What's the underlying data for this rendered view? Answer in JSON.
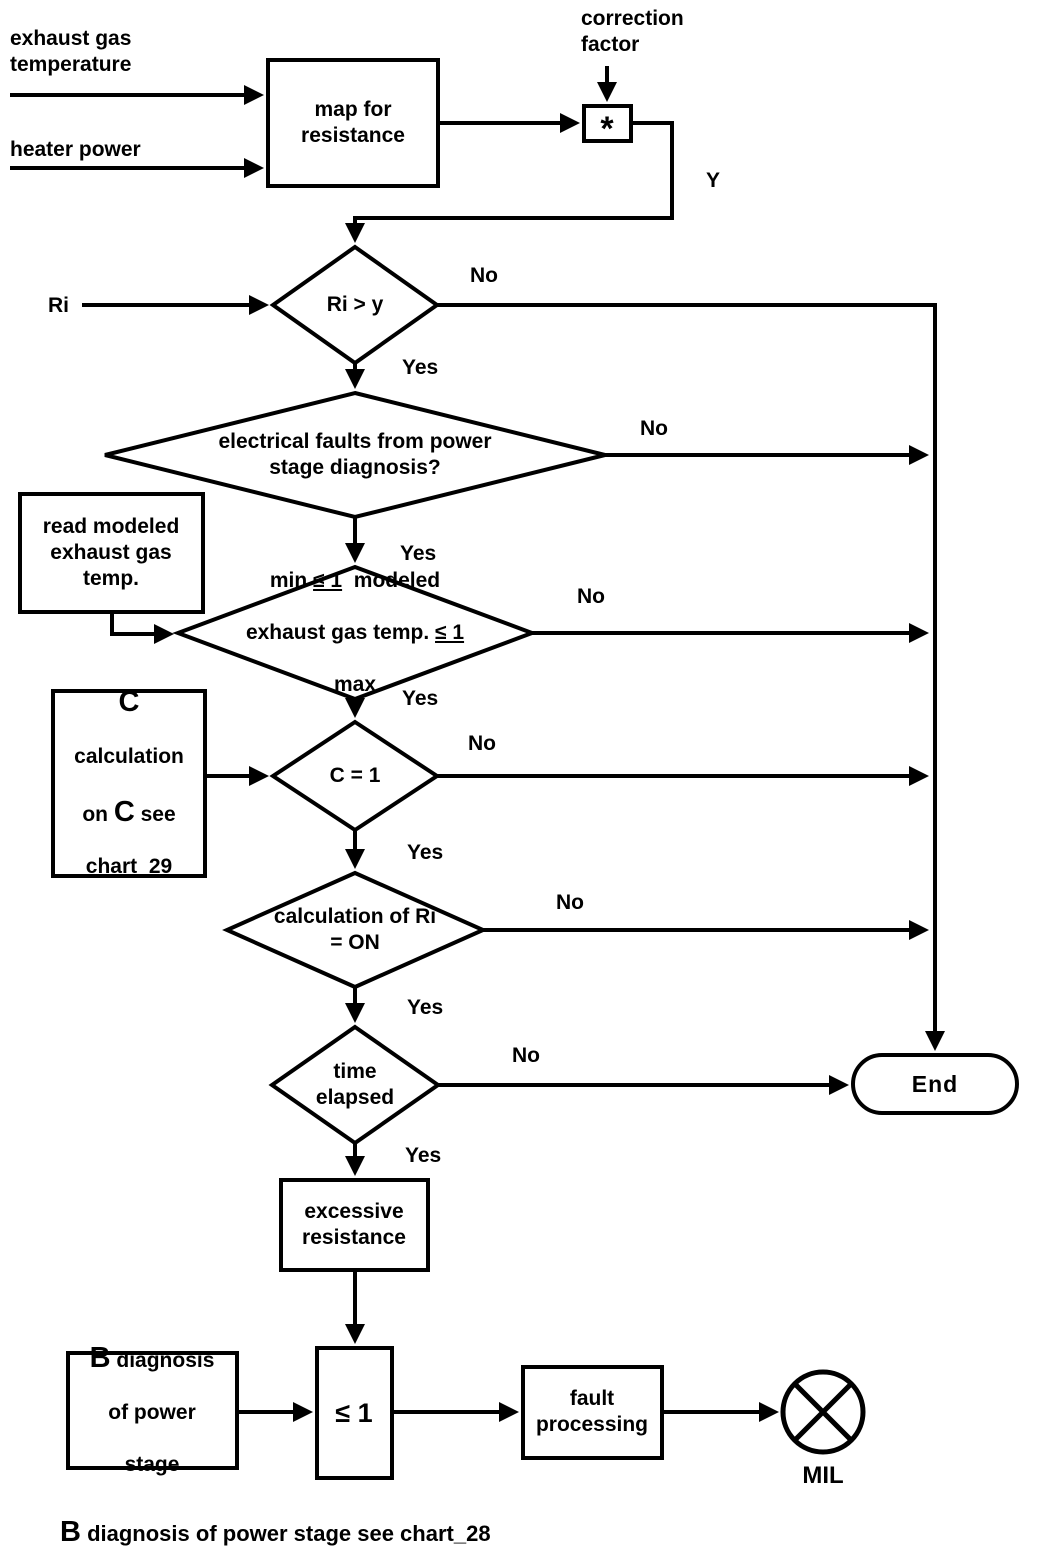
{
  "diagram": {
    "colors": {
      "line": "#000000",
      "background": "#ffffff"
    },
    "inputs": {
      "exhaust_gas_temperature": "exhaust gas\ntemperature",
      "heater_power": "heater power",
      "correction_factor": "correction\nfactor",
      "ri": "Ri"
    },
    "labels": {
      "y_output": "Y",
      "mil": "MIL"
    },
    "nodes": {
      "map_box": "map for\nresistance",
      "multiply_box": "*",
      "read_modeled_box": "read modeled\nexhaust gas\ntemp.",
      "c_calc_box": {
        "big": "C",
        "line2": "calculation",
        "line3_pre": "on",
        "line3_big": "C",
        "line3_post": "see",
        "line4": "chart_29"
      },
      "excessive_box": "excessive\nresistance",
      "b_diagnosis_box": {
        "big": "B",
        "line1_rest": "diagnosis",
        "line2": "of power",
        "line3": "stage"
      },
      "le1_box": "≤ 1",
      "fault_box": "fault\nprocessing",
      "end": "End"
    },
    "decisions": {
      "d1": {
        "label": "Ri > y",
        "no": "No",
        "yes": "Yes"
      },
      "d2": {
        "label": "electrical faults from power\nstage diagnosis?",
        "no": "No",
        "yes": "Yes"
      },
      "d3": {
        "line1_pre": "min",
        "line1_le": "≤ 1",
        "line1_post": "modeled",
        "line2_pre": "exhaust gas temp.",
        "line2_le": "≤ 1",
        "line3": "max",
        "no": "No",
        "yes": "Yes"
      },
      "d4": {
        "label": "C = 1",
        "no": "No",
        "yes": "Yes"
      },
      "d5": {
        "label": "calculation of Ri\n= ON",
        "no": "No",
        "yes": "Yes"
      },
      "d6": {
        "label": "time\nelapsed",
        "no": "No",
        "yes": "Yes"
      }
    },
    "footnote": {
      "big": "B",
      "text": "diagnosis of power stage see chart_28"
    }
  }
}
